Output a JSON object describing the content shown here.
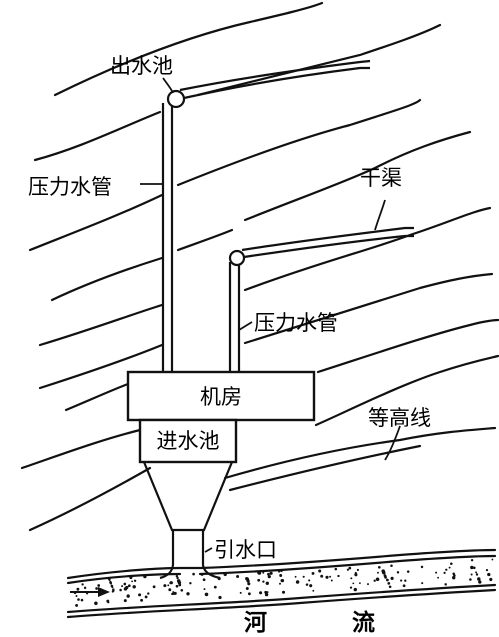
{
  "labels": {
    "outlet_pool": "出水池",
    "penstock_left": "压力水管",
    "main_canal": "干渠",
    "penstock_right": "压力水管",
    "machine_house": "机房",
    "intake_pool": "进水池",
    "contour_line": "等高线",
    "intake_mouth": "引水口",
    "river_char_1": "河",
    "river_char_2": "流"
  },
  "icons": {
    "flow_direction": "arrow-right-icon",
    "pipe_bend": "elbow-joint-icon"
  },
  "colors": {
    "ink": "#111111",
    "paper": "#ffffff"
  }
}
